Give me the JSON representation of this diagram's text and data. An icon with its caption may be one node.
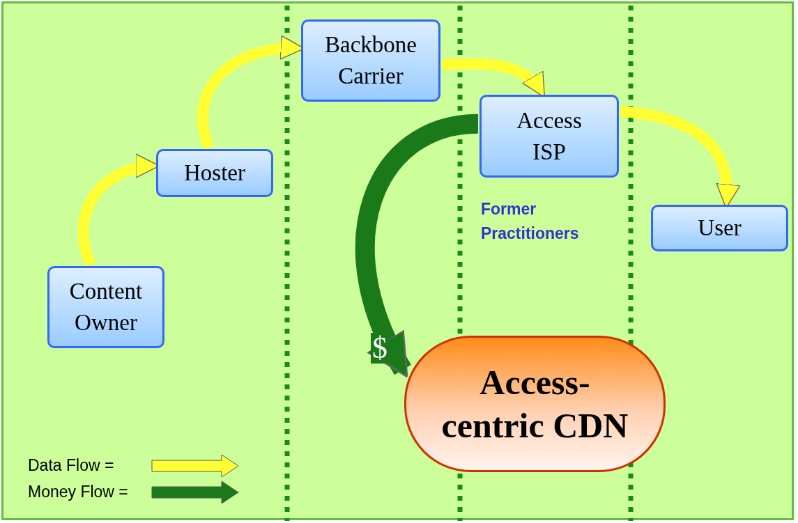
{
  "diagram": {
    "nodes": [
      {
        "text": [
          "Content Owner"
        ]
      },
      {
        "text": [
          "Hoster"
        ]
      },
      {
        "text": [
          "Backbone Carrier"
        ]
      },
      {
        "text": [
          "Access ISP"
        ]
      },
      {
        "text": [
          "User"
        ]
      },
      {
        "text": [
          "Access-centric CDN"
        ]
      }
    ],
    "edges": [
      {
        "from": 0,
        "to": 1,
        "arrow": "to"
      },
      {
        "from": 1,
        "to": 2,
        "arrow": "to"
      },
      {
        "from": 2,
        "to": 3,
        "arrow": "to"
      },
      {
        "from": 3,
        "to": 4,
        "arrow": "to"
      },
      {
        "from": 3,
        "to": 5,
        "arrow": "to",
        "label": "$",
        "color": "#1a7a1a"
      }
    ],
    "labels": [
      "Former Practitioners"
    ],
    "legend": [
      {
        "text": "Data Flow =",
        "color": "#ffff33"
      },
      {
        "text": "Money Flow =",
        "color": "#1a7a1a"
      }
    ]
  }
}
